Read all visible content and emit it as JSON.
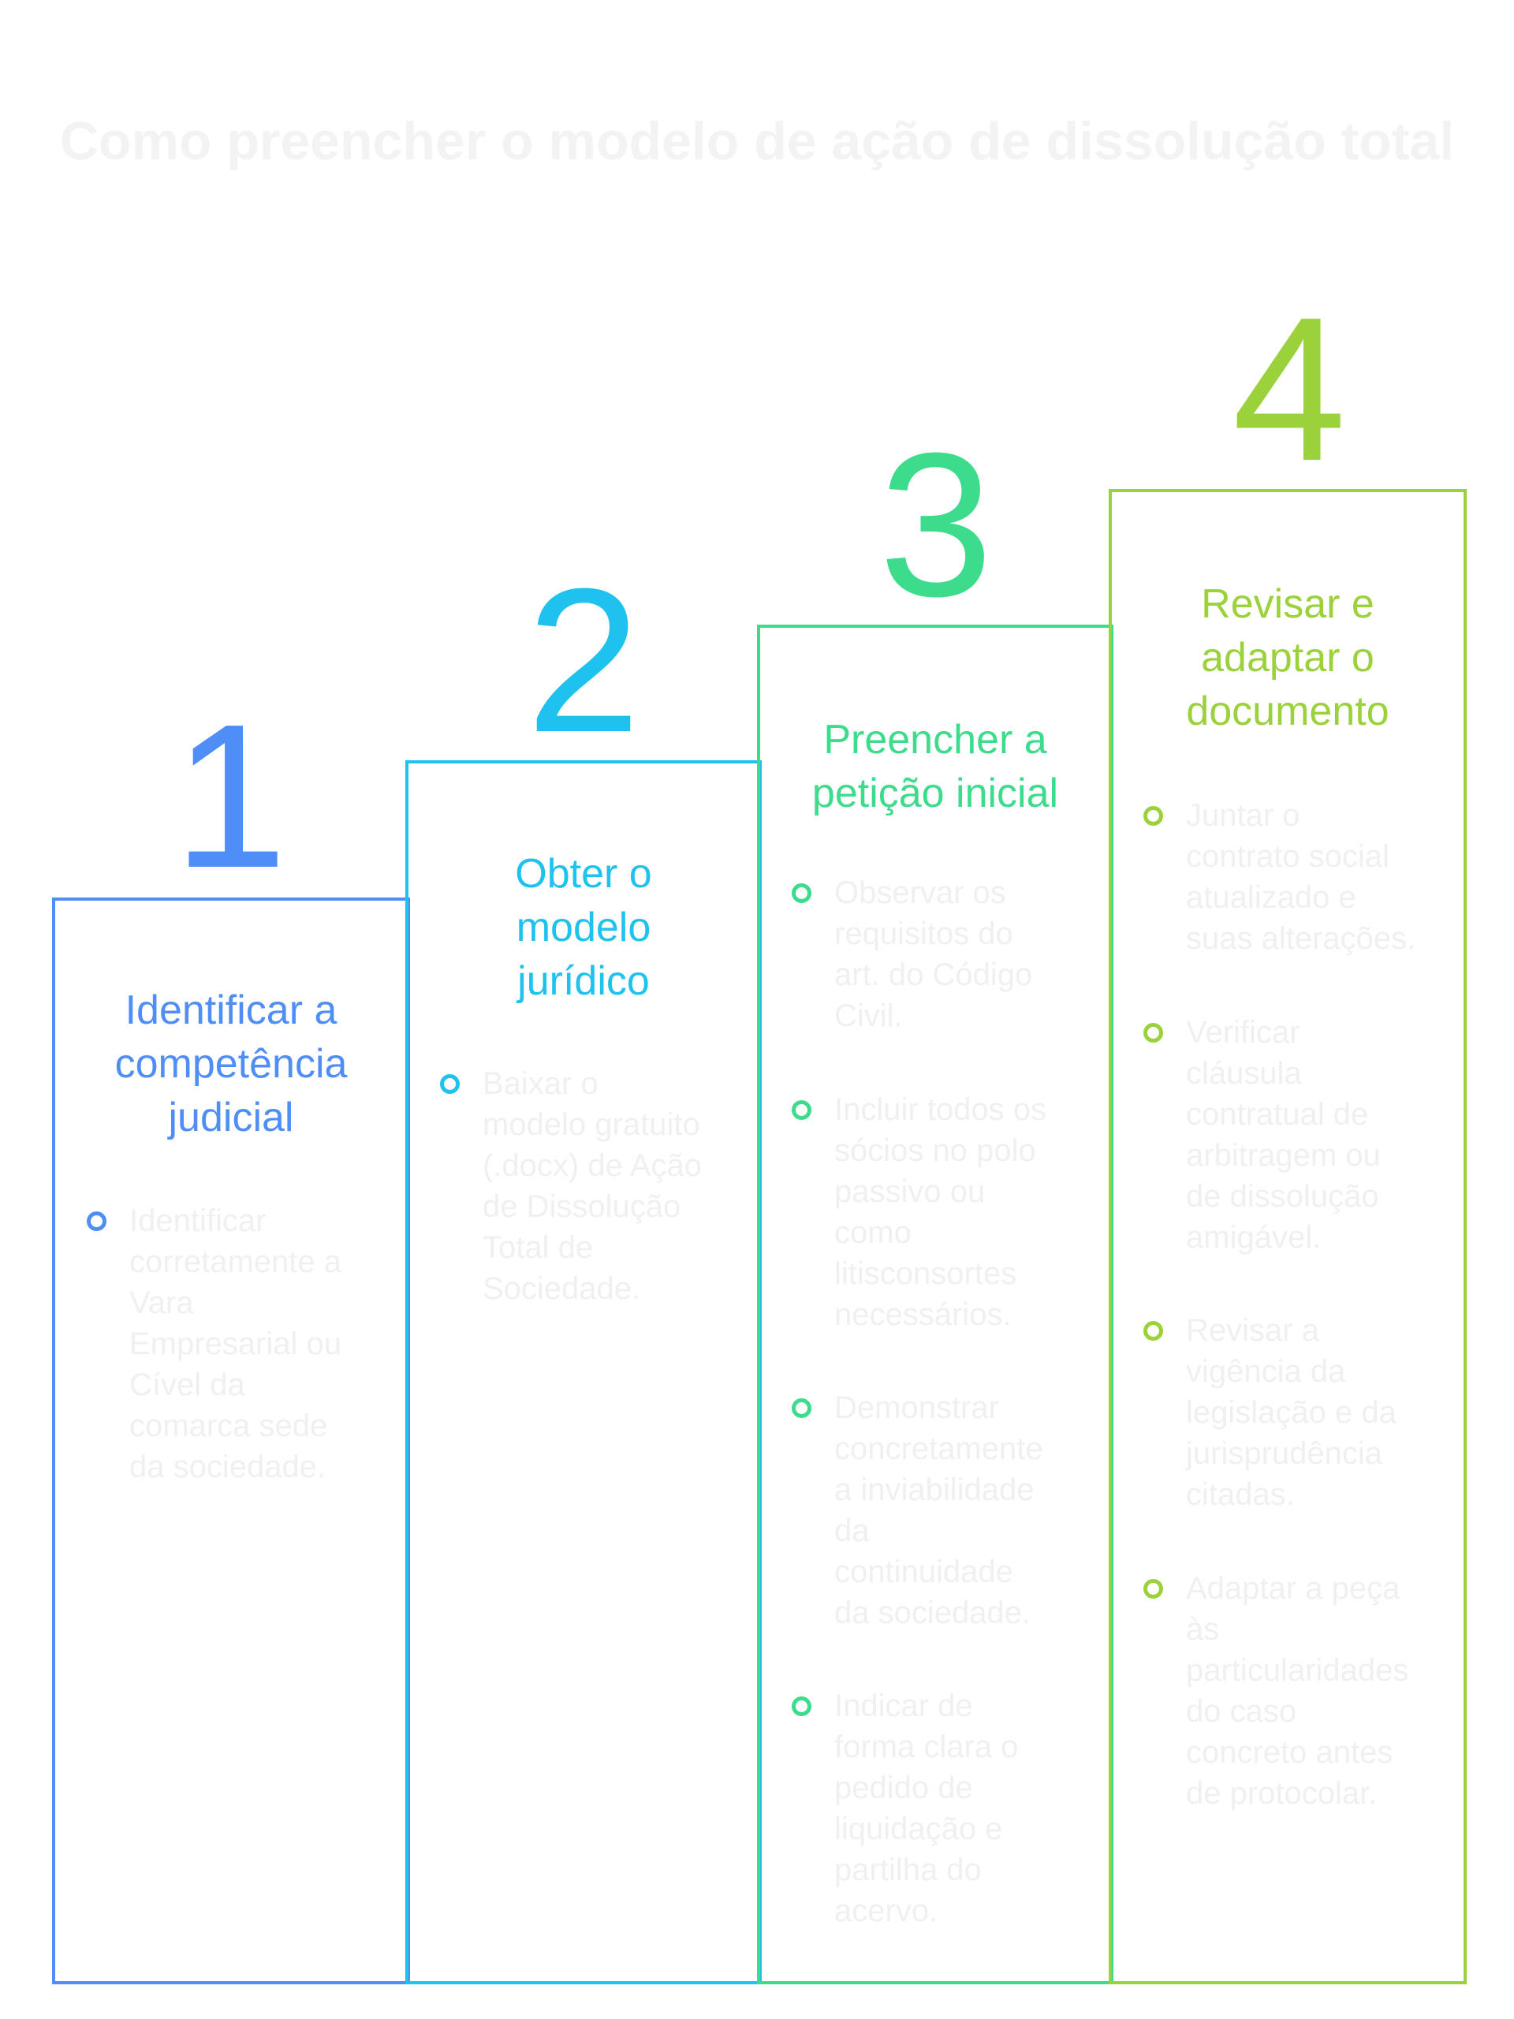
{
  "title": "Como preencher o modelo de ação de dissolução total",
  "colors": {
    "step1": "#4f8ef7",
    "step2": "#1ec2ef",
    "step3": "#3ddc8c",
    "step4": "#9bd23c",
    "bullet_text": "#f0f0f0",
    "title_text": "#f3f3f3"
  },
  "steps": [
    {
      "number": "1",
      "title": "Identificar a\ncompetência\njudicial",
      "bullets": [
        "Identificar\ncorretamente a\nVara\nEmpresarial ou\nCível da\ncomarca sede\nda sociedade."
      ]
    },
    {
      "number": "2",
      "title": "Obter o\nmodelo\njurídico",
      "bullets": [
        "Baixar o\nmodelo gratuito\n(.docx) de Ação\nde Dissolução\nTotal de\nSociedade."
      ]
    },
    {
      "number": "3",
      "title": "Preencher a\npetição inicial",
      "bullets": [
        "Observar os\nrequisitos do\nart. do Código\nCivil.",
        "Incluir todos os\nsócios no polo\npassivo ou\ncomo\nlitisconsortes\nnecessários.",
        "Demonstrar\nconcretamente\na inviabilidade\nda\ncontinuidade\nda sociedade.",
        "Indicar de\nforma clara o\npedido de\nliquidação e\npartilha do\nacervo."
      ]
    },
    {
      "number": "4",
      "title": "Revisar e\nadaptar o\ndocumento",
      "bullets": [
        "Juntar o\ncontrato social\natualizado e\nsuas alterações.",
        "Verificar\ncláusula\ncontratual de\narbitragem ou\nde dissolução\namigável.",
        "Revisar a\nvigência da\nlegislação e da\njurisprudência\ncitadas.",
        "Adaptar a peça\nàs\nparticularidades\ndo caso\nconcreto antes\nde protocolar."
      ]
    }
  ]
}
